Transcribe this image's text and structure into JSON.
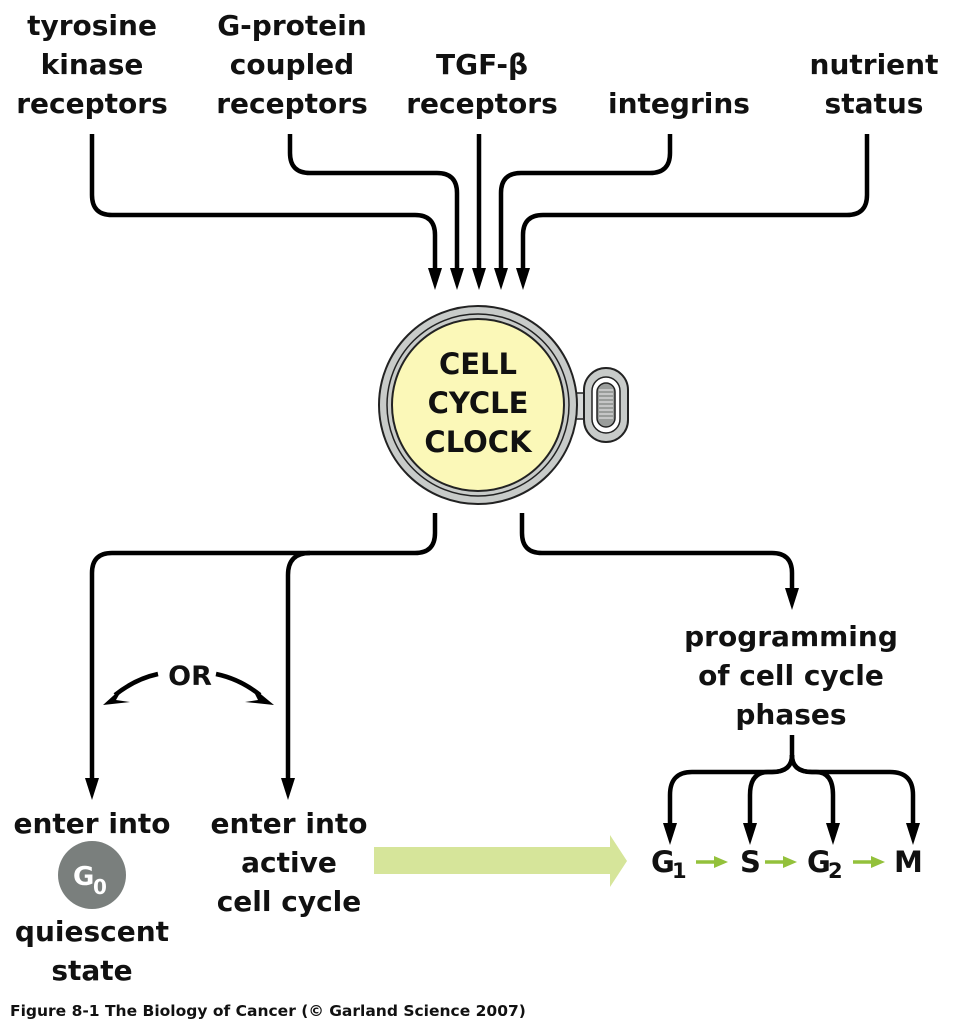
{
  "inputs": [
    {
      "id": "tyrosine-kinase",
      "lines": [
        "tyrosine",
        "kinase",
        "receptors"
      ]
    },
    {
      "id": "g-protein",
      "lines": [
        "G-protein",
        "coupled",
        "receptors"
      ]
    },
    {
      "id": "tgf-beta",
      "lines": [
        "TGF-β",
        "receptors"
      ]
    },
    {
      "id": "integrins",
      "lines": [
        "integrins"
      ]
    },
    {
      "id": "nutrient",
      "lines": [
        "nutrient",
        "status"
      ]
    }
  ],
  "clock": {
    "lines": [
      "CELL",
      "CYCLE",
      "CLOCK"
    ],
    "face_color": "#fbf8b8",
    "rim_color": "#c8cbc9"
  },
  "or_label": "OR",
  "outcomes": {
    "quiescent": {
      "top": "enter into",
      "badge_main": "G",
      "badge_sub": "0",
      "bottom": [
        "quiescent",
        "state"
      ],
      "badge_color": "#7a7f7d"
    },
    "active": {
      "lines": [
        "enter into",
        "active",
        "cell cycle"
      ]
    },
    "programming": {
      "lines": [
        "programming",
        "of cell cycle",
        "phases"
      ]
    }
  },
  "phases": [
    {
      "main": "G",
      "sub": "1"
    },
    {
      "main": "S",
      "sub": ""
    },
    {
      "main": "G",
      "sub": "2"
    },
    {
      "main": "M",
      "sub": ""
    }
  ],
  "colors": {
    "phase_arrow": "#93c13b",
    "big_arrow": "#d6e59a"
  },
  "caption": "Figure 8-1  The Biology of Cancer (© Garland Science 2007)"
}
